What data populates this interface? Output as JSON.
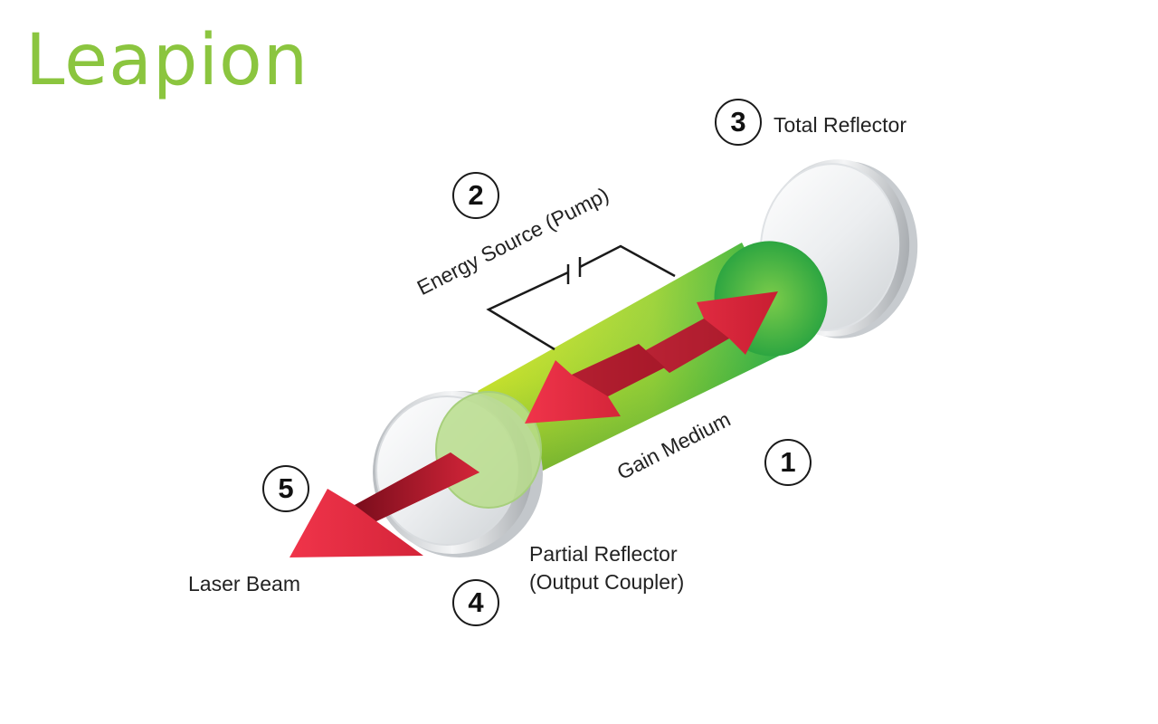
{
  "brand": {
    "logo_text": "Leapion",
    "logo_color": "#8bc53f"
  },
  "colors": {
    "gain_medium_light": "#e8ef2a",
    "gain_medium_dark": "#22b34a",
    "beam_red": "#d8283a",
    "beam_dark": "#8a1020",
    "mirror_glass": "#eef0f2",
    "circuit_line": "#1a1a1a"
  },
  "labels": {
    "total_reflector": "Total Reflector",
    "energy_source": "Energy Source (Pump)",
    "gain_medium": "Gain Medium",
    "partial_reflector_line1": "Partial Reflector",
    "partial_reflector_line2": "(Output Coupler)",
    "laser_beam": "Laser Beam"
  },
  "markers": {
    "gain_medium": "1",
    "energy_source": "2",
    "total_reflector": "3",
    "partial_reflector": "4",
    "laser_beam": "5"
  }
}
